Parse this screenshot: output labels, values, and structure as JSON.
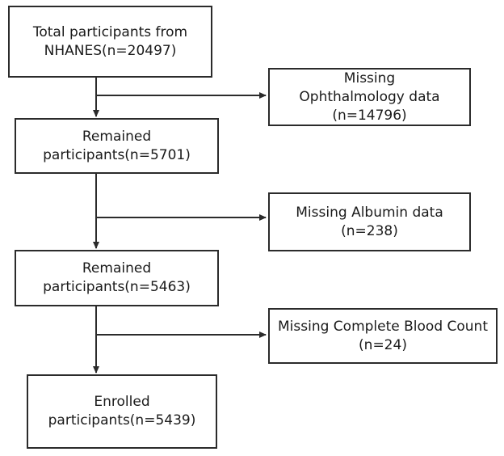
{
  "flow": {
    "total": {
      "line1": "Total participants from",
      "line2": "NHANES(n=20497)"
    },
    "remained_1": {
      "line1": "Remained",
      "line2": "participants(n=5701)"
    },
    "remained_2": {
      "line1": "Remained",
      "line2": "participants(n=5463)"
    },
    "enrolled": {
      "line1": "Enrolled",
      "line2": "participants(n=5439)"
    }
  },
  "exclusions": {
    "ophthalmology": {
      "line1": "Missing",
      "line2": "Ophthalmology data",
      "line3": "(n=14796)"
    },
    "albumin": {
      "line1": "Missing Albumin data",
      "line2": "(n=238)"
    },
    "blood_count": {
      "line1": "Missing Complete Blood Count",
      "line2": "(n=24)"
    }
  },
  "colors": {
    "line": "#2b2b2b",
    "box_border": "#2b2b2b",
    "background": "#ffffff"
  }
}
